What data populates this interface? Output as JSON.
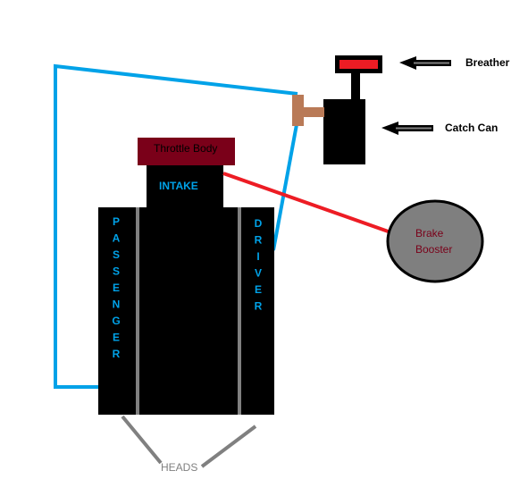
{
  "labels": {
    "breather": "Breather",
    "catch_can": "Catch Can",
    "throttle_body": "Throttle Body",
    "intake": "INTAKE",
    "brake_booster_line1": "Brake",
    "brake_booster_line2": "Booster",
    "passenger": [
      "P",
      "A",
      "S",
      "S",
      "E",
      "N",
      "G",
      "E",
      "R"
    ],
    "driver": [
      "D",
      "R",
      "I",
      "V",
      "E",
      "R"
    ],
    "heads": "HEADS"
  },
  "colors": {
    "engine": "#000000",
    "throttle_body": "#7a0019",
    "breather_cap": "#ed1c24",
    "fitting": "#b97a57",
    "vent_line": "#00a2e8",
    "vacuum_line": "#ed1c24",
    "head_line": "#808080",
    "booster_fill": "#7f7f7f",
    "side_label": "#00a2e8",
    "booster_text": "#7a0019"
  }
}
